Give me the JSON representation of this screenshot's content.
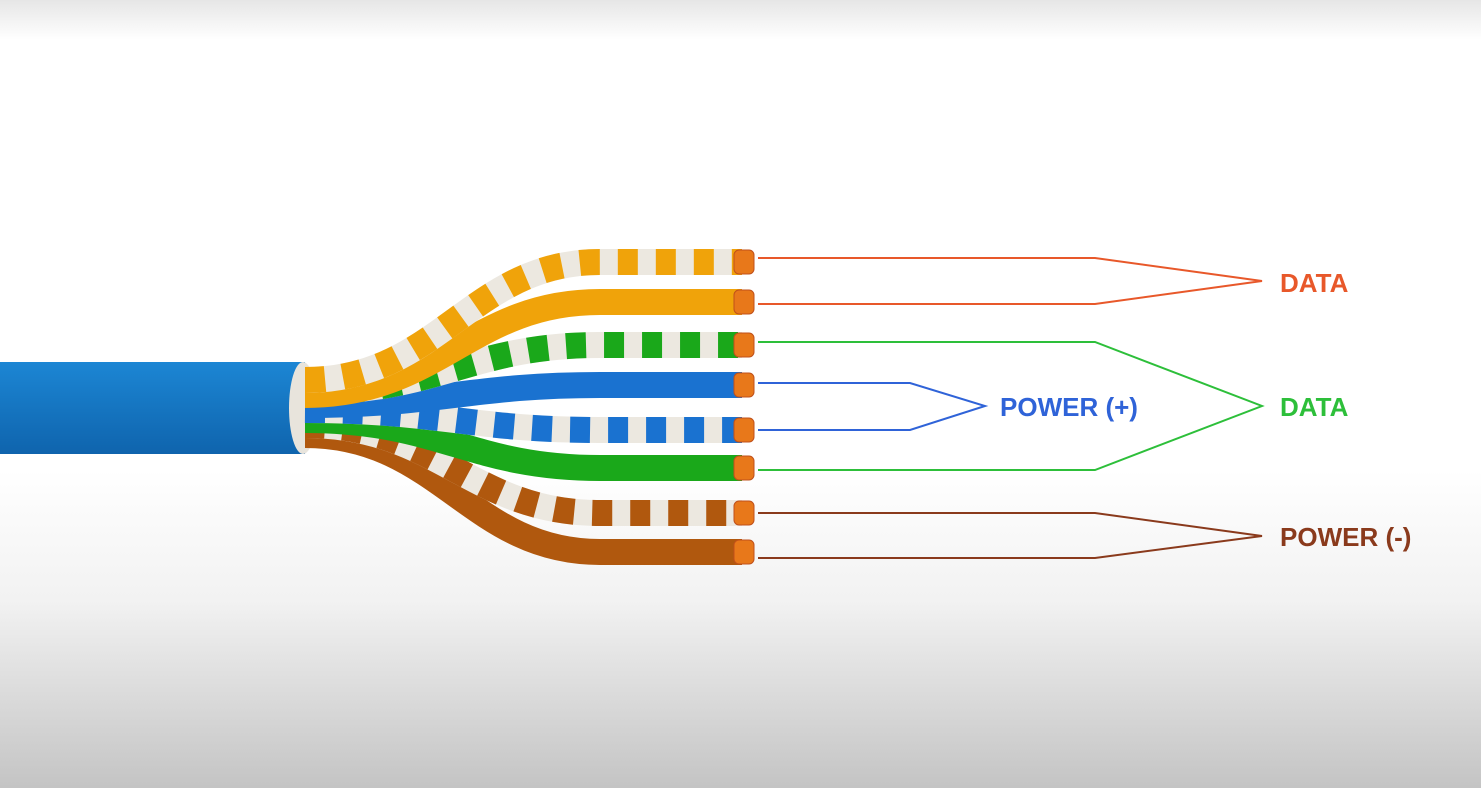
{
  "labels": {
    "data_orange": "DATA",
    "power_plus": "POWER (+)",
    "data_green": "DATA",
    "power_minus": "POWER (-)"
  },
  "colors": {
    "orange": "#f0a30a",
    "green": "#1aa81a",
    "blue": "#1a72d0",
    "brown": "#b0580e",
    "jacket": "#1474c0",
    "label_orange": "#e8582a",
    "label_green": "#2dbf3a",
    "label_blue": "#2f63d8",
    "label_brown": "#8a3a1c"
  }
}
